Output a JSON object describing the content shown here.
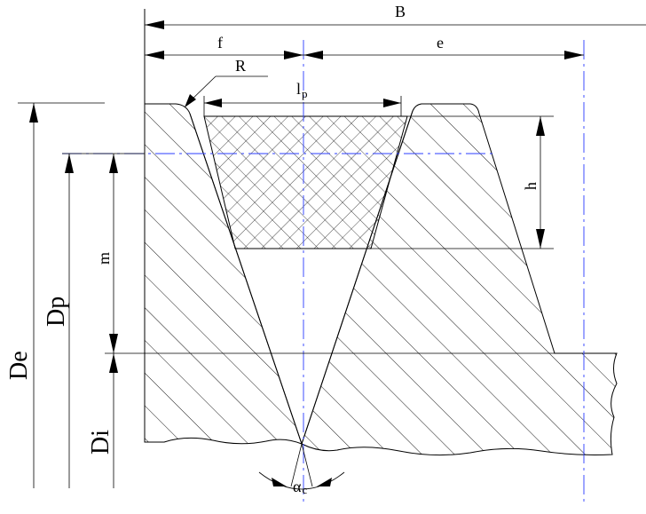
{
  "labels": {
    "B": "B",
    "f": "f",
    "e": "e",
    "R": "R",
    "lp": "l",
    "lp_sub": "p",
    "h": "h",
    "m": "m",
    "De": "De",
    "Dp": "Dp",
    "Di": "Di",
    "alpha": "α",
    "alpha_sub": "c"
  },
  "colors": {
    "line": "#000000",
    "centerline": "#2b3cff"
  }
}
